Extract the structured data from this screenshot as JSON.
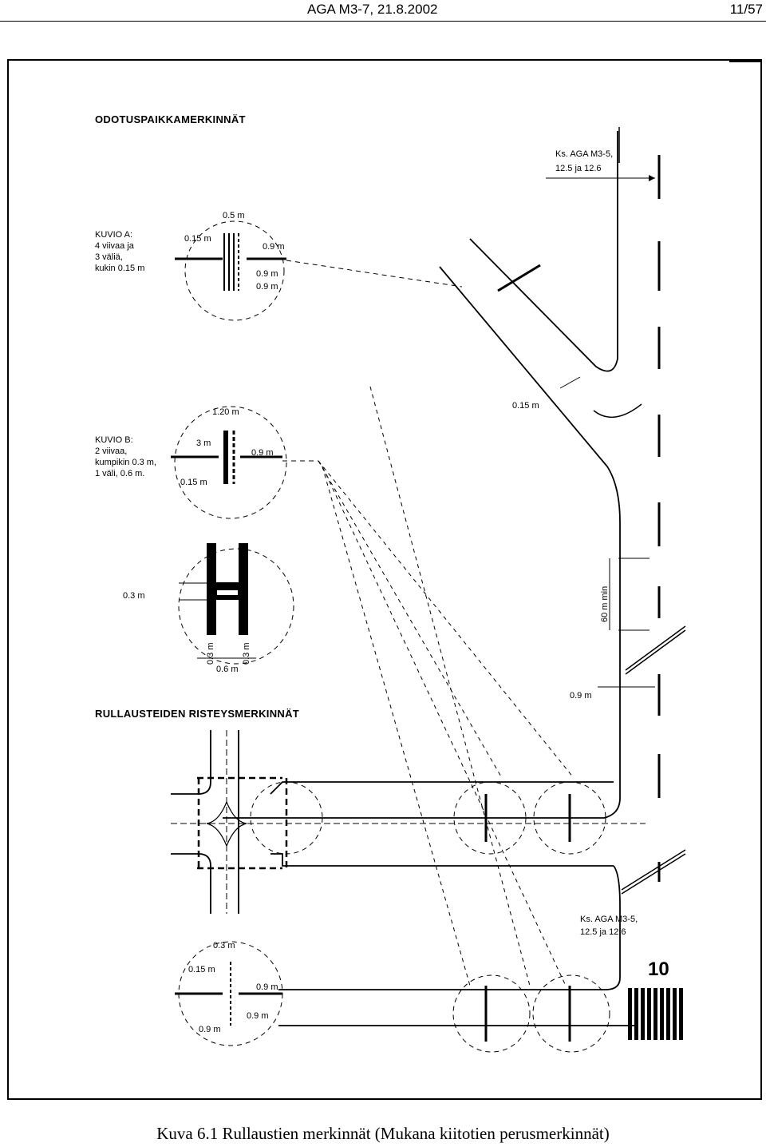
{
  "header": {
    "doc_ref": "AGA M3-7, 21.8.2002",
    "page": "11/57"
  },
  "figure": {
    "heading_top": "ODOTUSPAIKKAMERKINNÄT",
    "heading_bottom": "RULLAUSTEIDEN RISTEYSMERKINNÄT",
    "ref_top": [
      "Ks.  AGA M3-5,",
      "12.5 ja 12.6"
    ],
    "ref_bottom": [
      "Ks.  AGA M3-5,",
      "12.5 ja 12.6"
    ],
    "kuvio_a": {
      "label": [
        "KUVIO A:",
        "4 viivaa ja",
        "3 väliä,",
        "kukin 0.15 m"
      ],
      "dims": [
        "0.5 m",
        "0.15 m",
        "0.9 m",
        "0.9 m",
        "0.9 m"
      ]
    },
    "kuvio_b": {
      "label": [
        "KUVIO B:",
        "2 viivaa,",
        "kumpikin 0.3 m,",
        "1 väli, 0.6 m."
      ],
      "dims": [
        "1.20 m",
        "3 m",
        "0.9 m",
        "0.15 m"
      ]
    },
    "detail_h": {
      "dims": [
        "0.3 m",
        "0.3 m",
        "0.3 m",
        "0.6 m"
      ]
    },
    "detail_bottom": {
      "dims": [
        "0.3 m",
        "0.15 m",
        "0.9 m",
        "0.9 m",
        "0.9 m"
      ]
    },
    "taxiway_dims": [
      "0.15 m",
      "60 m min",
      "0.9 m"
    ],
    "runway_number": "10"
  },
  "caption": "Kuva 6.1 Rullaustien merkinnät (Mukana kiitotien perusmerkinnät)"
}
